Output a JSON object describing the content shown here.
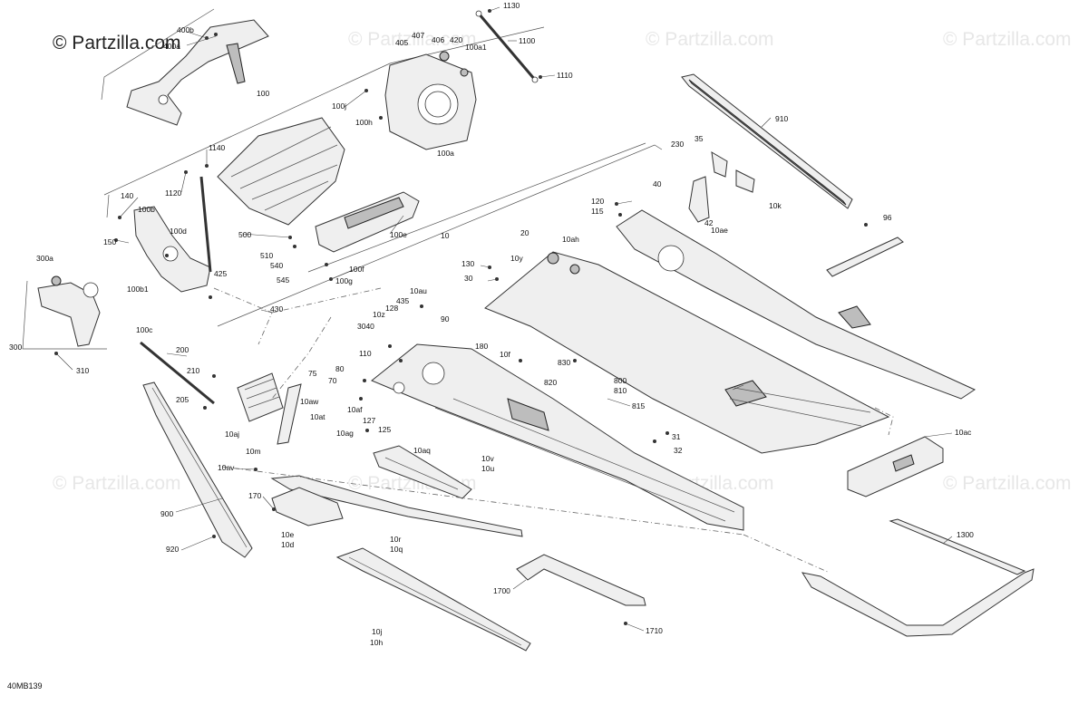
{
  "watermark": {
    "main": "© Partzilla.com",
    "repeat": "© Partzilla.com"
  },
  "diagram_code": "40MB139",
  "callouts": [
    "400b",
    "400a",
    "100",
    "1130",
    "1100",
    "1110",
    "407",
    "406",
    "405",
    "420",
    "100a1",
    "100j",
    "100h",
    "100a",
    "910",
    "230",
    "35",
    "40",
    "10k",
    "42",
    "10ae",
    "96",
    "1140",
    "1120",
    "140",
    "100b",
    "100d",
    "150",
    "500",
    "510",
    "540",
    "545",
    "100e",
    "100f",
    "100g",
    "10",
    "120",
    "115",
    "20",
    "10ah",
    "130",
    "10y",
    "30",
    "300a",
    "100b1",
    "425",
    "100c",
    "430",
    "300",
    "310",
    "10au",
    "435",
    "128",
    "10z",
    "90",
    "3040",
    "180",
    "110",
    "10f",
    "830",
    "800",
    "810",
    "815",
    "820",
    "200",
    "210",
    "205",
    "75",
    "80",
    "70",
    "10aw",
    "10af",
    "10at",
    "127",
    "125",
    "10ag",
    "10aq",
    "10aj",
    "10m",
    "31",
    "32",
    "10ac",
    "10av",
    "10v",
    "10u",
    "170",
    "10e",
    "10d",
    "900",
    "920",
    "10r",
    "10q",
    "1300",
    "1700",
    "1710",
    "10j",
    "10h"
  ]
}
